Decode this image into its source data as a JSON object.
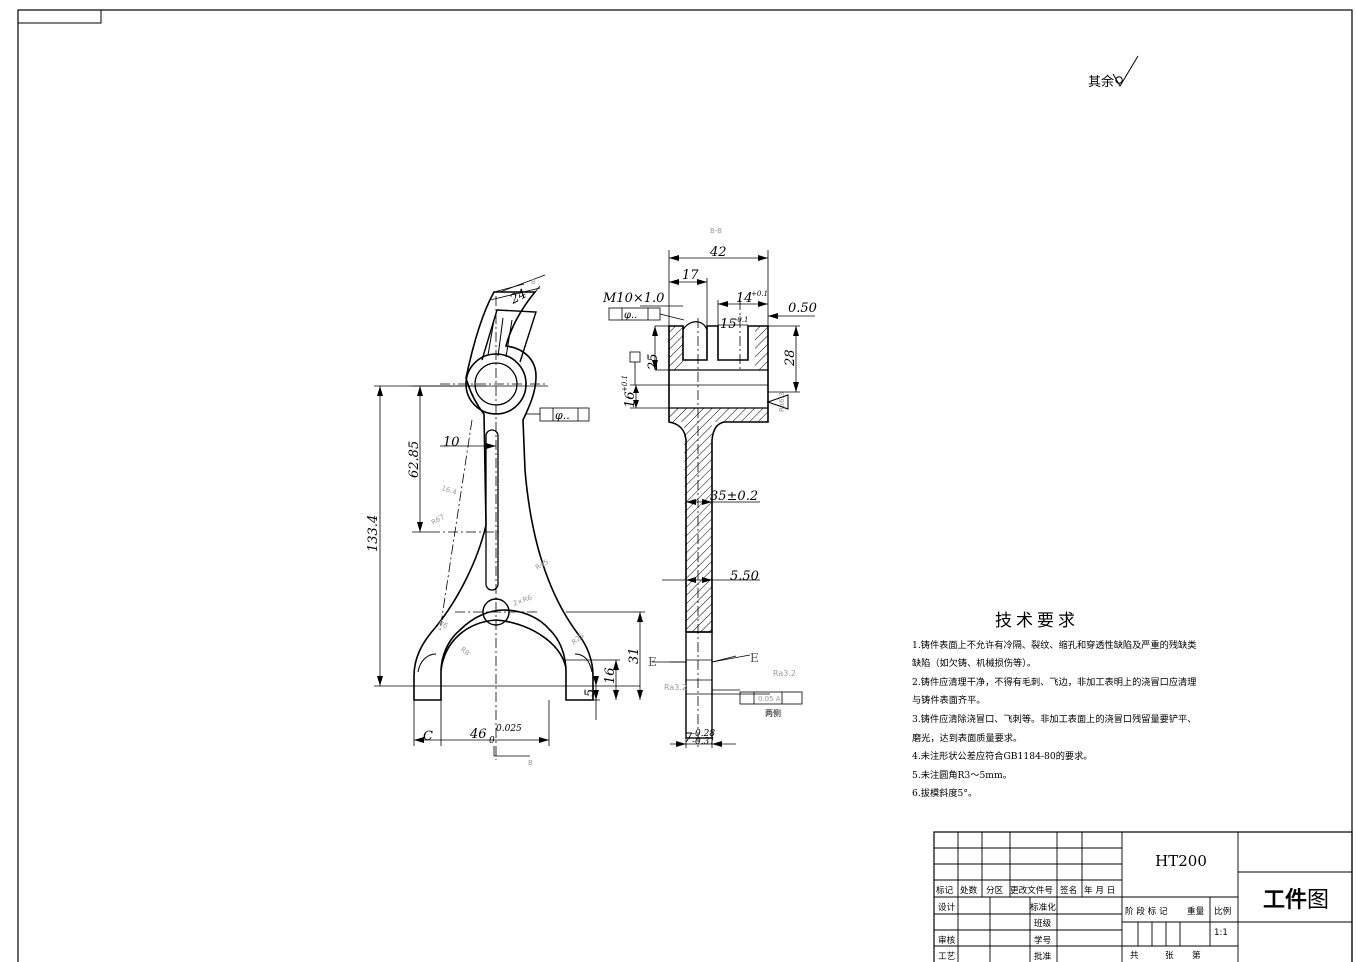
{
  "surface_roughness": {
    "label": "其余",
    "symbol": "machined-surface-symbol-icon"
  },
  "section_label": "B-B",
  "front_view": {
    "dimensions": {
      "overall_height": "133.4",
      "center_height": "62.85",
      "offset": "10",
      "top_width": "24",
      "fork_width": "46",
      "tol_upper": "0.025",
      "tol_lower": "0",
      "gap_label": "C",
      "fork_height": "31",
      "fork_mid": "16",
      "fork_low": "5"
    },
    "ghost_labels": [
      "16.4",
      "R67",
      "R45",
      "2×R6",
      "R8",
      "R25",
      "R6"
    ],
    "fcf_hole": "φ..",
    "section_mark": "B"
  },
  "section_view": {
    "dimensions": {
      "width": "42",
      "left_part": "17",
      "thread": "M10×1.0",
      "slot_14": "14",
      "slot_14_tol": "+0.1",
      "slot_15": "15",
      "slot_15_tol": "-0.1",
      "offset_050": "0.50",
      "height_28": "28",
      "height_25": "25",
      "height_16": "16",
      "height_16_tol": "+0.1",
      "web_35": "35±0.2",
      "web_550": "5.50",
      "foot_7": "7",
      "foot_7_tol_u": "-0.28",
      "foot_7_tol_l": "-0.31"
    },
    "fcf_thread": "φ..",
    "datum_marks": [
      "E",
      "E"
    ],
    "roughness_marks": [
      "Ra3.2",
      "Ra3.2",
      "Ra6.3"
    ],
    "fcf_bottom": "0.05 A",
    "both_sides": "两侧"
  },
  "technical_requirements": {
    "title": "技术要求",
    "items": [
      "1.铸件表面上不允许有冷隔、裂纹、缩孔和穿透性缺陷及严重的残缺类缺陷（如欠铸、机械损伤等）。",
      "2.铸件应清理干净，不得有毛刺、飞边，非加工表明上的浇冒口应清理与铸件表面齐平。",
      "3.铸件应清除浇冒口、飞刺等。非加工表面上的浇冒口残留量要铲平、磨光，达到表面质量要求。",
      "4.未注形状公差应符合GB1184-80的要求。",
      "5.未注圆角R3～5mm。",
      "6.拔模斜度5°。"
    ]
  },
  "title_block": {
    "material": "HT200",
    "drawing_name_bold": "工件",
    "drawing_name_thin": "图",
    "header_cells": [
      "标记",
      "处数",
      "分区",
      "更改文件号",
      "签名",
      "年 月 日"
    ],
    "rows_left": [
      "设计",
      "审核",
      "工艺"
    ],
    "rows_mid": [
      "标准化",
      "班级",
      "学号",
      "批准"
    ],
    "stage_label": "阶 段 标 记",
    "weight_label": "重量",
    "scale_label": "比例",
    "scale_value": "1:1",
    "sheet_total": "共",
    "sheet_unit": "张",
    "sheet_num": "第"
  }
}
